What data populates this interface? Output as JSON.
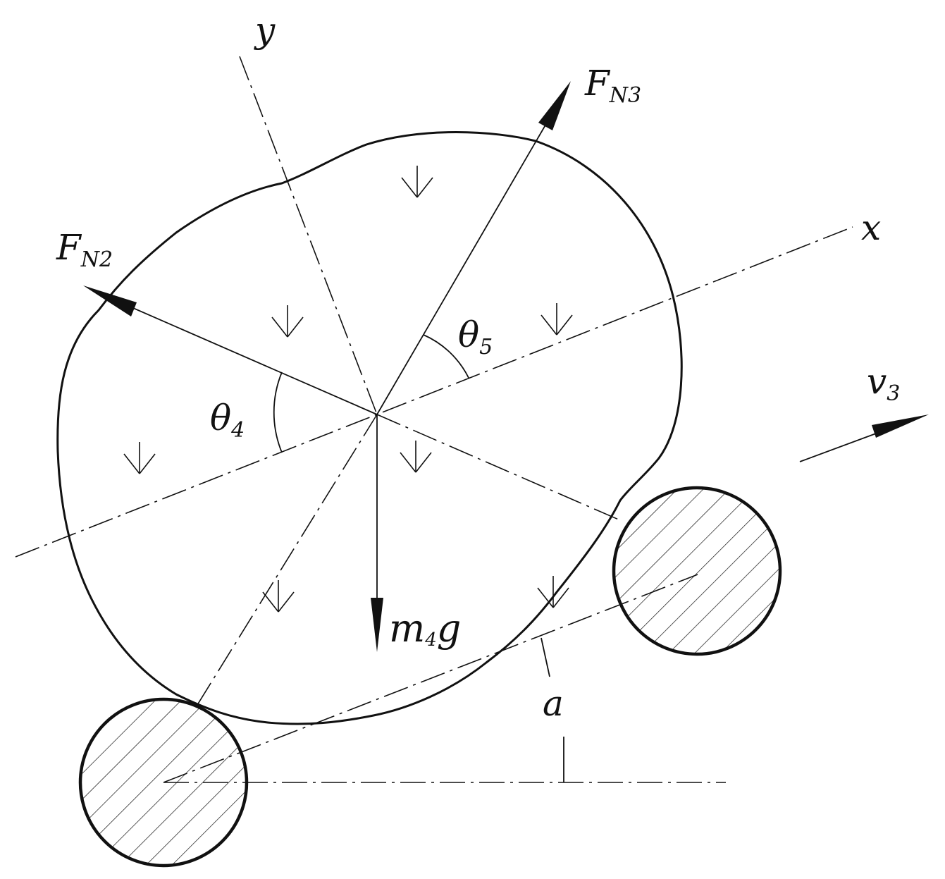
{
  "labels": {
    "y_axis": "y",
    "x_axis": "x",
    "force_n3": {
      "main": "F",
      "sub": "N3"
    },
    "force_n2": {
      "main": "F",
      "sub": "N2"
    },
    "theta5": {
      "main": "θ",
      "sub": "5"
    },
    "theta4": {
      "main": "θ",
      "sub": "4"
    },
    "velocity": {
      "main": "v",
      "sub": "3"
    },
    "weight": {
      "pre": "m",
      "sub": "4",
      "post": "g"
    },
    "angle_a": "a"
  },
  "colors": {
    "ink": "#111111",
    "background": "#ffffff"
  }
}
